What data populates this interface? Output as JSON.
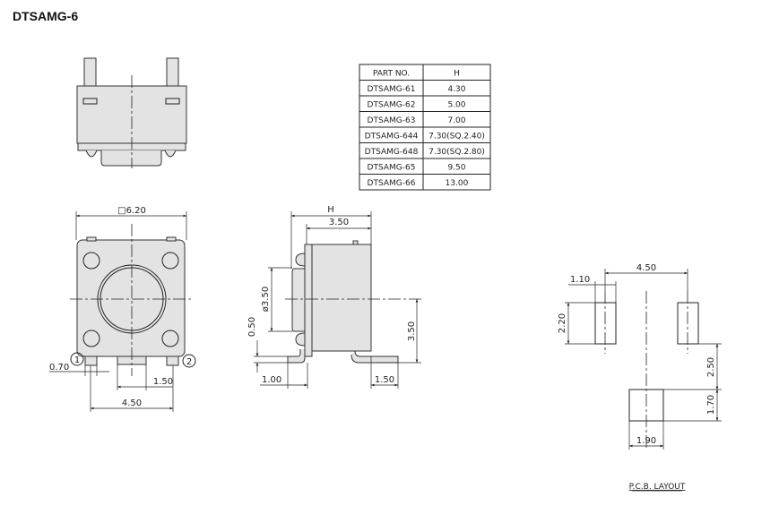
{
  "title": "DTSAMG-6",
  "table": {
    "headers": [
      "PART NO.",
      "H"
    ],
    "rows": [
      [
        "DTSAMG-61",
        "4.30"
      ],
      [
        "DTSAMG-62",
        "5.00"
      ],
      [
        "DTSAMG-63",
        "7.00"
      ],
      [
        "DTSAMG-644",
        "7.30(SQ.2.40)"
      ],
      [
        "DTSAMG-648",
        "7.30(SQ.2.80)"
      ],
      [
        "DTSAMG-65",
        "9.50"
      ],
      [
        "DTSAMG-66",
        "13.00"
      ]
    ]
  },
  "bottom_view": {
    "width": "□6.20",
    "pin_width": "0.70",
    "tab_width": "1.50",
    "pin_pitch": "4.50",
    "pin1": "1",
    "pin2": "2"
  },
  "side_view": {
    "height": "H",
    "body_depth": "3.50",
    "plunger_dia": "ø3.50",
    "lead_thickness": "0.50",
    "center_height": "3.50",
    "left_foot": "1.00",
    "right_foot": "1.50"
  },
  "pcb": {
    "pitch": "4.50",
    "pad_width": "1.10",
    "pad_height": "2.20",
    "spacing": "2.50",
    "bottom_pad_height": "1.70",
    "bottom_pad_width": "1.90",
    "label": "P.C.B. LAYOUT"
  }
}
